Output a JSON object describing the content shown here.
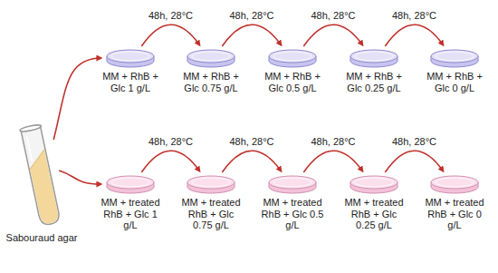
{
  "diagram": {
    "nodes": [
      {
        "text": [
          "Sabouraud agar"
        ]
      },
      {
        "text": [
          "MM + RhB + Glc 1 g/L"
        ]
      },
      {
        "text": [
          "MM + RhB + Glc 0.75 g/L"
        ]
      },
      {
        "text": [
          "MM + RhB + Glc 0.5 g/L"
        ]
      },
      {
        "text": [
          "MM + RhB + Glc 0.25 g/L"
        ]
      },
      {
        "text": [
          "MM + RhB + Glc 0 g/L"
        ]
      },
      {
        "text": [
          "MM + treated RhB + Glc 1 g/L"
        ]
      },
      {
        "text": [
          "MM + treated RhB + Glc 0.75 g/L"
        ]
      },
      {
        "text": [
          "MM + treated RhB + Glc 0.5 g/L"
        ]
      },
      {
        "text": [
          "MM + treated RhB + Glc 0.25 g/L"
        ]
      },
      {
        "text": [
          "MM + treated RhB + Glc 0 g/L"
        ]
      }
    ],
    "edges": [
      {
        "from": 0,
        "to": 1,
        "arrow": "to"
      },
      {
        "from": 0,
        "to": 6,
        "arrow": "to"
      },
      {
        "from": 1,
        "to": 2,
        "label": "48h, 28°C",
        "arrow": "to"
      },
      {
        "from": 2,
        "to": 3,
        "label": "48h, 28°C",
        "arrow": "to"
      },
      {
        "from": 3,
        "to": 4,
        "label": "48h, 28°C",
        "arrow": "to"
      },
      {
        "from": 4,
        "to": 5,
        "label": "48h, 28°C",
        "arrow": "to"
      },
      {
        "from": 6,
        "to": 7,
        "label": "48h, 28°C",
        "arrow": "to"
      },
      {
        "from": 7,
        "to": 8,
        "label": "48h, 28°C",
        "arrow": "to"
      },
      {
        "from": 8,
        "to": 9,
        "label": "48h, 28°C",
        "arrow": "to"
      },
      {
        "from": 9,
        "to": 10,
        "label": "48h, 28°C",
        "arrow": "to"
      }
    ]
  }
}
